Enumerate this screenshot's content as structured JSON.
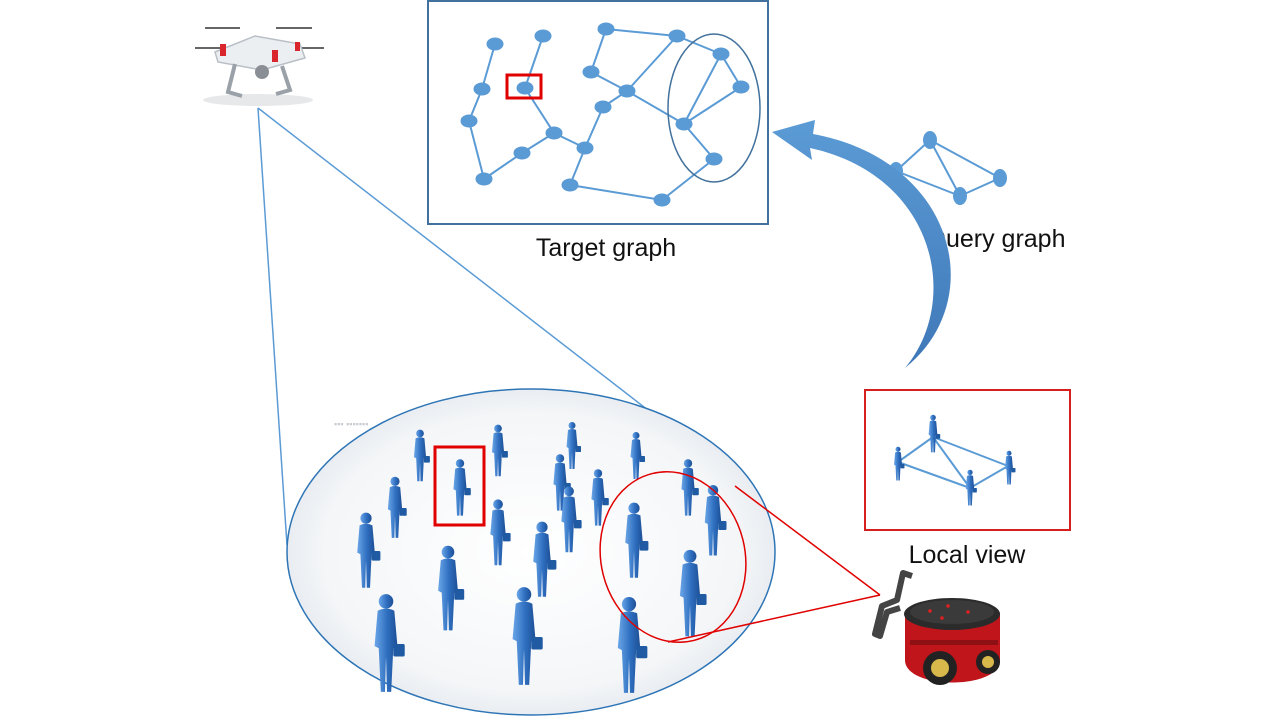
{
  "labels": {
    "target_graph": "Target graph",
    "query_graph": "Query graph",
    "local_view": "Local view"
  },
  "colors": {
    "node": "#5b9bd5",
    "frame": "#41719c",
    "highlight": "#e00000",
    "arrow": "#4a86c8",
    "person": "#3a78c4",
    "robot_body": "#c0151b"
  },
  "icons": {
    "drone": "drone-icon",
    "robot": "mobile-robot-icon",
    "person": "person-with-briefcase-icon"
  }
}
